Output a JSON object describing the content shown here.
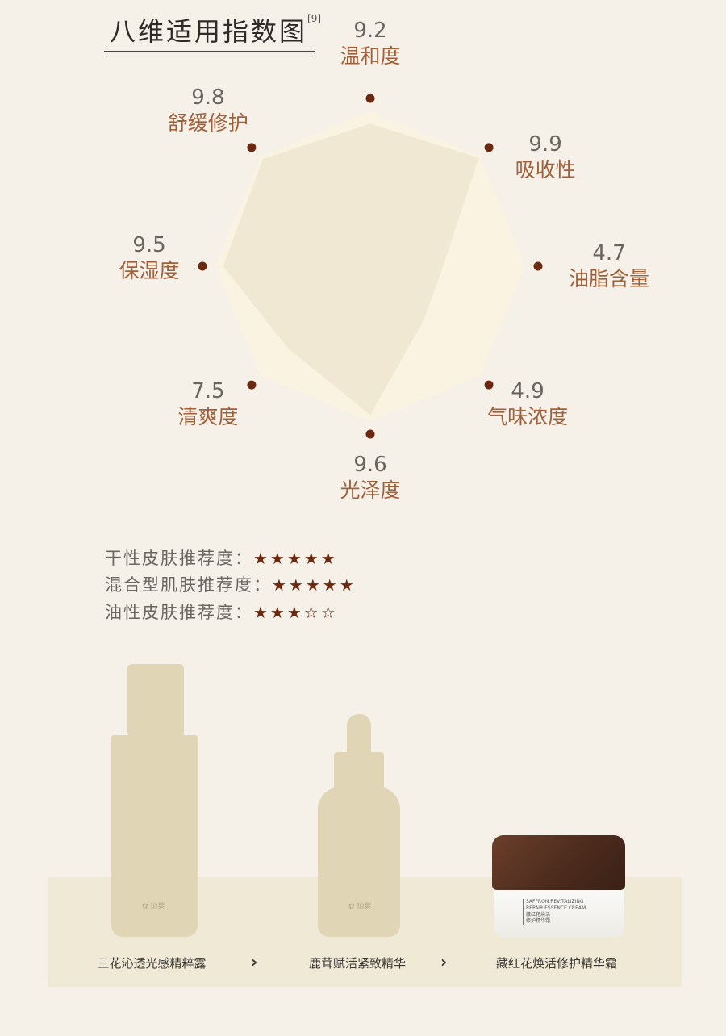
{
  "title": "八维适用指数图",
  "title_ref": "[9]",
  "colors": {
    "outer": "#faf3e1",
    "inner": "#f0e8d2",
    "dot": "#6b2a10",
    "label": "#a0603a"
  },
  "chart_data": {
    "type": "radar",
    "title": "八维适用指数图",
    "categories": [
      "温和度",
      "吸收性",
      "油脂含量",
      "气味浓度",
      "光泽度",
      "清爽度",
      "保湿度",
      "舒缓修护"
    ],
    "values": [
      9.2,
      9.9,
      4.7,
      4.9,
      9.6,
      7.5,
      9.5,
      9.8
    ],
    "value_labels": [
      "9.2",
      "9.9",
      "4.7",
      "4.9",
      "9.6",
      "7.5",
      "9.5",
      "9.8"
    ],
    "range": [
      0,
      10
    ]
  },
  "recommendations": [
    {
      "label": "干性皮肤推荐度：",
      "stars": "★★★★★",
      "rating": 5
    },
    {
      "label": "混合型肌肤推荐度：",
      "stars": "★★★★★",
      "rating": 5
    },
    {
      "label": "油性皮肤推荐度：",
      "stars": "★★★☆☆",
      "rating": 3
    }
  ],
  "products": [
    {
      "name": "三花沁透光感精粹露"
    },
    {
      "name": "鹿茸赋活紧致精华"
    },
    {
      "name": "藏红花焕活修护精华霜",
      "jar_text_en1": "SAFFRON REVITALIZING",
      "jar_text_en2": "REPAIR ESSENCE CREAM",
      "jar_text_cn1": "藏红花焕活",
      "jar_text_cn2": "修护精华霜"
    }
  ],
  "arrow": "›"
}
